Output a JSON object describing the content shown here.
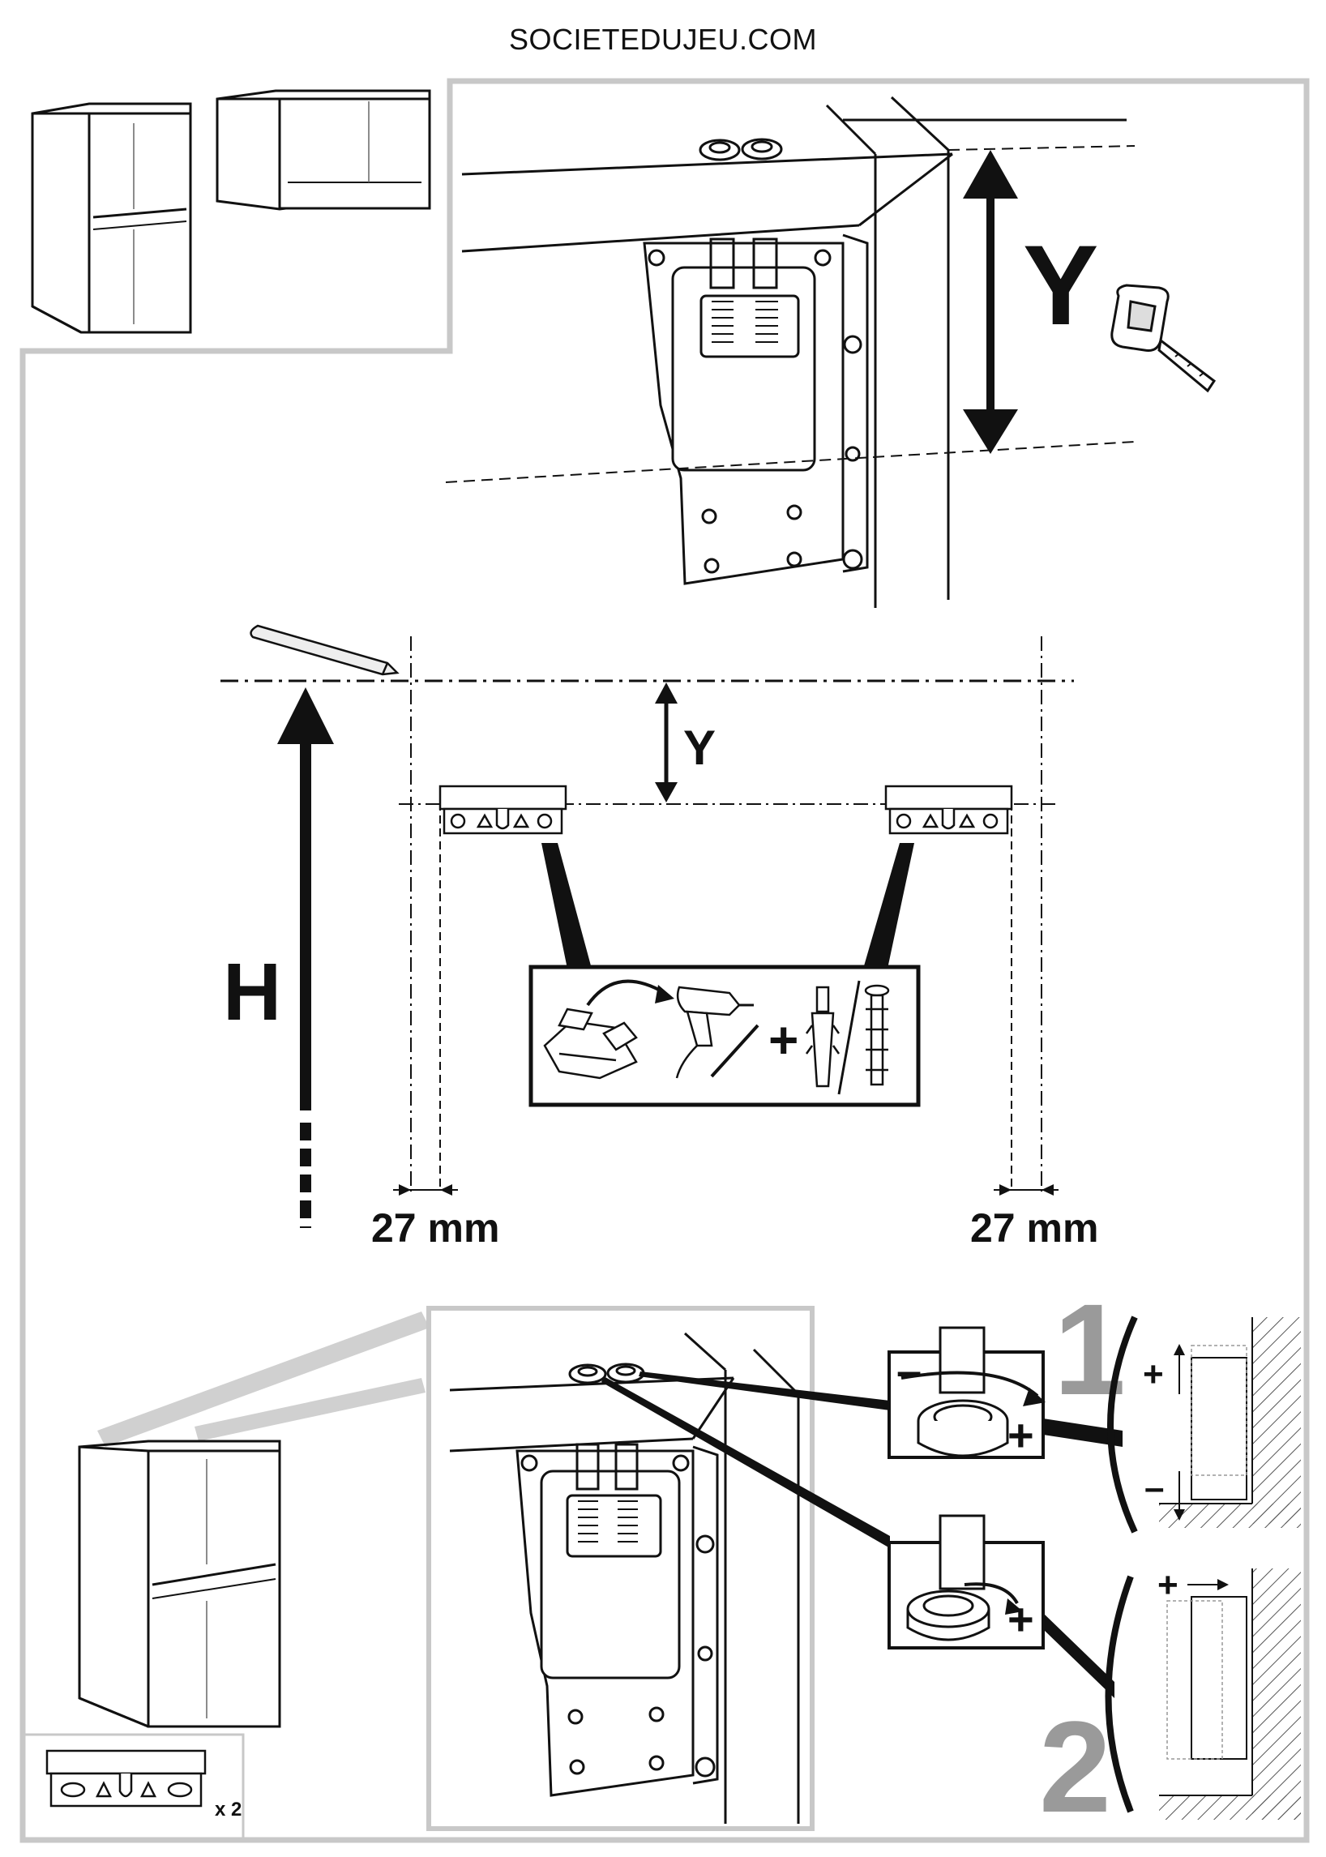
{
  "header": {
    "site": "SOCIETEDUJEU.COM"
  },
  "labels": {
    "y_big": "Y",
    "y_small": "Y",
    "h": "H",
    "mm_left": "27 mm",
    "mm_right": "27 mm",
    "step1": "1",
    "step2": "2",
    "plus1": "+",
    "minus1": "–",
    "plus_adj1": "+",
    "plus_adj2": "+",
    "minus_adj1": "–",
    "plus_adj3": "+",
    "plus_big": "+",
    "qty": "x 2"
  },
  "colors": {
    "line": "#111111",
    "frame": "#c8c8c8",
    "step_grey": "#9a9a9a",
    "hatch": "#555555"
  }
}
